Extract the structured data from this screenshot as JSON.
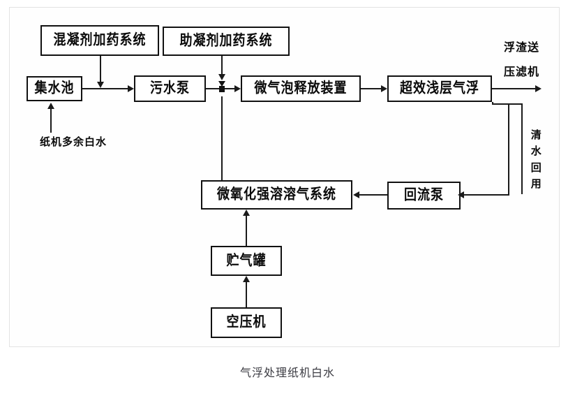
{
  "figure": {
    "caption": "气浮处理纸机白水",
    "colors": {
      "line": "#1a1a1a",
      "box_border": "#111111",
      "text": "#0b0b0b",
      "caption_text": "#3c3c43",
      "frame": "#e3e3e3",
      "background": "#ffffff"
    }
  },
  "nodes": {
    "coagulant_dosing": {
      "label": "混凝剂加药系统"
    },
    "flocculant_dosing": {
      "label": "助凝剂加药系统"
    },
    "collection_basin": {
      "label": "集水池"
    },
    "sewage_pump": {
      "label": "污水泵"
    },
    "microbubble_release": {
      "label": "微气泡释放装置"
    },
    "shallow_air_flotation": {
      "label": "超效浅层气浮"
    },
    "micro_oxidation_dissolver": {
      "label": "微氧化强溶溶气系统"
    },
    "return_pump": {
      "label": "回流泵"
    },
    "gas_storage_tank": {
      "label": "贮气罐"
    },
    "air_compressor": {
      "label": "空压机"
    }
  },
  "annotations": {
    "white_water_inlet": "纸机多余白水",
    "scum_outlet_line1": "浮渣送",
    "scum_outlet_line2": "压滤机",
    "clear_water_reuse": "清水回用"
  }
}
